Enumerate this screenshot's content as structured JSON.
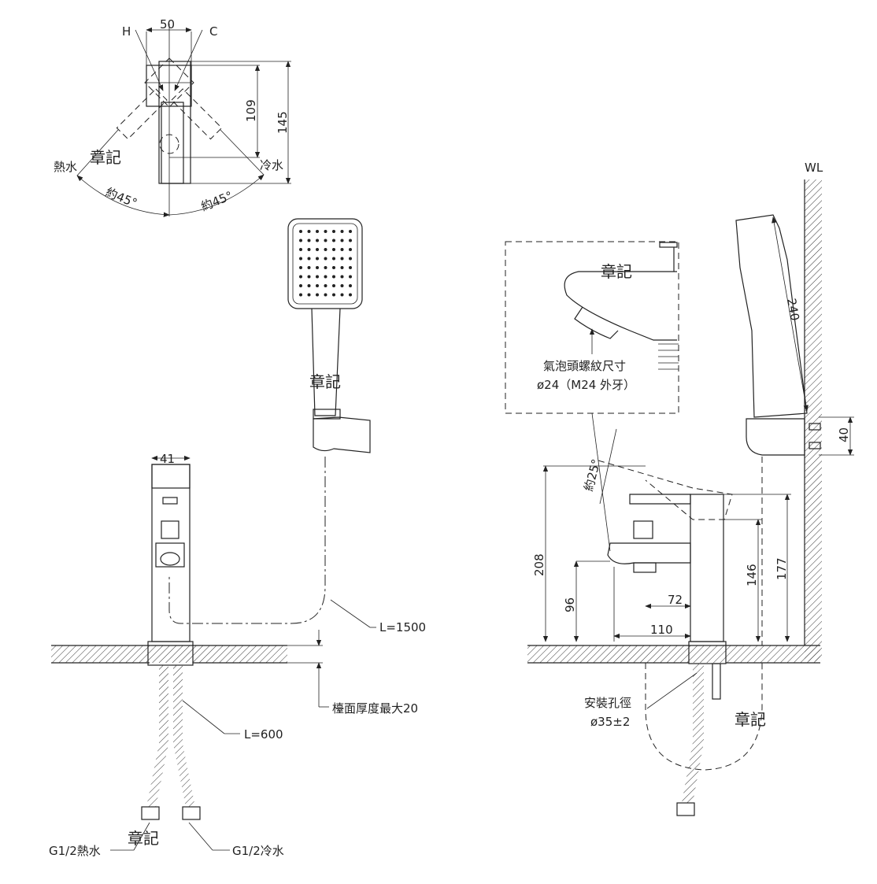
{
  "top_view": {
    "hot_marker": "H",
    "cold_marker": "C",
    "width_dim": "50",
    "depth_dim_inner": "109",
    "depth_dim_outer": "145",
    "hot_label": "熱水",
    "cold_label": "冷水",
    "stamp": "章記",
    "angle_left": "約45°",
    "angle_right": "約45°"
  },
  "front_view": {
    "body_width": "41",
    "handshower_stamp": "章記",
    "shower_hose_length": "L=1500",
    "counter_thickness": "檯面厚度最大20",
    "supply_hose_length": "L=600",
    "hot_connection": "G1/2熱水",
    "cold_connection": "G1/2冷水",
    "stamp": "章記"
  },
  "side_view": {
    "wall_label": "WL",
    "handshower_length": "240",
    "holder_height": "40",
    "detail_stamp": "章記",
    "aerator_label": "氣泡頭螺紋尺寸",
    "aerator_size": "ø24（M24 外牙）",
    "lever_angle": "約25°",
    "height_total": "208",
    "height_spout": "96",
    "spout_72": "72",
    "spout_110": "110",
    "height_146": "146",
    "height_177": "177",
    "hole_label": "安裝孔徑",
    "hole_size": "ø35±2",
    "stamp": "章記"
  }
}
